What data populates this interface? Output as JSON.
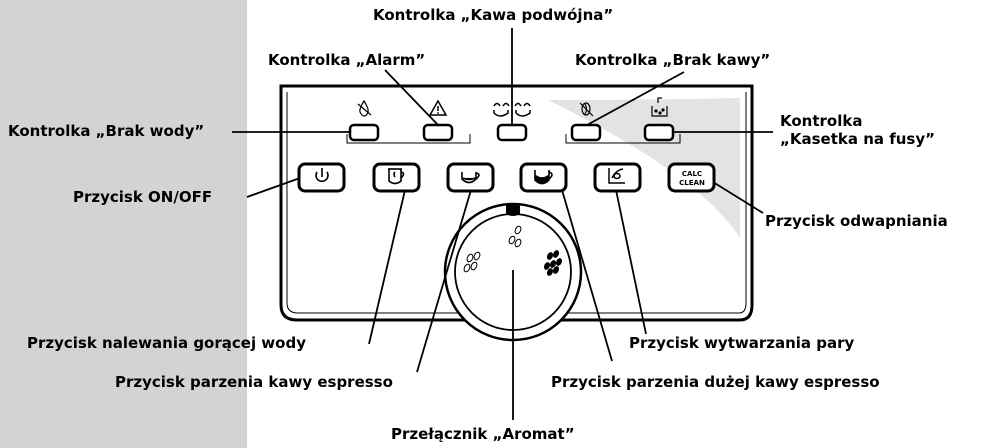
{
  "labels": {
    "kawa_podwojna": "Kontrolka „Kawa podwójna”",
    "alarm": "Kontrolka „Alarm”",
    "brak_kawy": "Kontrolka „Brak kawy”",
    "brak_wody": "Kontrolka „Brak wody”",
    "kasetka_line1": "Kontrolka",
    "kasetka_line2": "„Kasetka na fusy”",
    "on_off": "Przycisk ON/OFF",
    "odwapniania": "Przycisk odwapniania",
    "goraca_woda": "Przycisk nalewania gorącej wody",
    "espresso": "Przycisk parzenia kawy espresso",
    "para": "Przycisk wytwarzania pary",
    "duza_espresso": "Przycisk parzenia dużej kawy espresso",
    "aromat": "Przełącznik „Aromat”"
  },
  "panel": {
    "calc_line1": "CALC",
    "calc_line2": "CLEAN"
  },
  "icons": [
    "no-water-icon",
    "warning-triangle-icon",
    "double-cup-icon",
    "no-coffee-icon",
    "grounds-drawer-icon",
    "power-icon",
    "hot-water-cup-icon",
    "small-cup-icon",
    "large-cup-icon",
    "steam-icon",
    "coffee-bean-icon"
  ]
}
